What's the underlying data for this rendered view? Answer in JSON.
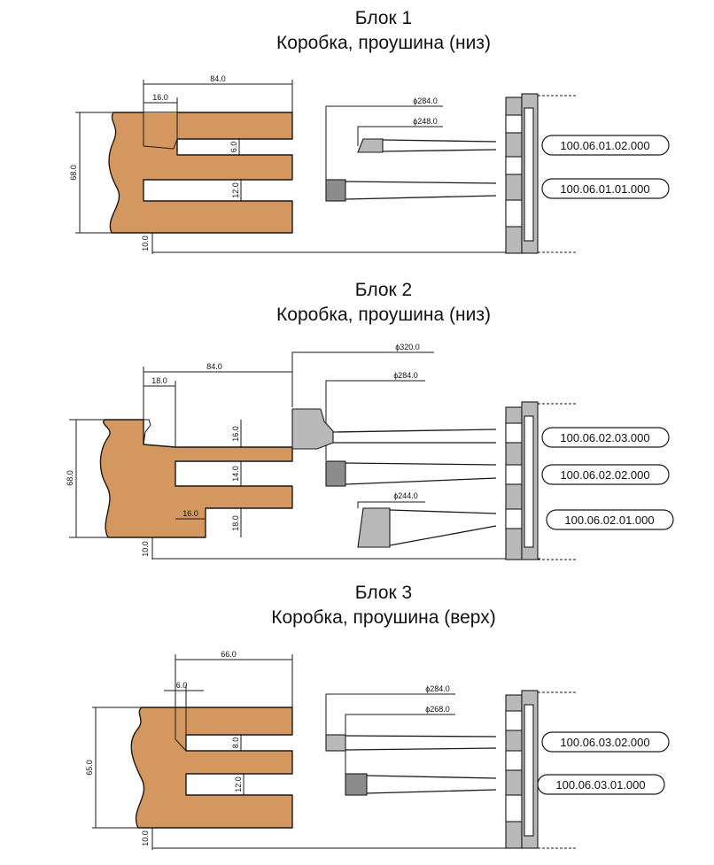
{
  "blocks": [
    {
      "title": "Блок 1",
      "subtitle": "Коробка, проушина (низ)",
      "dims": {
        "width": "84.0",
        "depth": "16.0",
        "height": "68.0",
        "slot1": "6.0",
        "slot2": "12.0",
        "base": "10.0",
        "dia1": "ϕ284.0",
        "dia2": "ϕ248.0"
      },
      "codes": [
        "100.06.01.02.000",
        "100.06.01.01.000"
      ]
    },
    {
      "title": "Блок 2",
      "subtitle": "Коробка, проушина (низ)",
      "dims": {
        "width": "84.0",
        "depth": "18.0",
        "height": "68.0",
        "slot1": "16.0",
        "slot2": "14.0",
        "slot3": "18.0",
        "step": "16.0",
        "base": "10.0",
        "dia1": "ϕ320.0",
        "dia2": "ϕ284.0",
        "dia3": "ϕ244.0"
      },
      "codes": [
        "100.06.02.03.000",
        "100.06.02.02.000",
        "100.06.02.01.000"
      ]
    },
    {
      "title": "Блок 3",
      "subtitle": "Коробка, проушина (верх)",
      "dims": {
        "width": "66.0",
        "depth": "6.0",
        "height": "65.0",
        "slot1": "8.0",
        "slot2": "12.0",
        "base": "10.0",
        "dia1": "ϕ284.0",
        "dia2": "ϕ268.0"
      },
      "codes": [
        "100.06.03.02.000",
        "100.06.03.01.000"
      ]
    }
  ]
}
